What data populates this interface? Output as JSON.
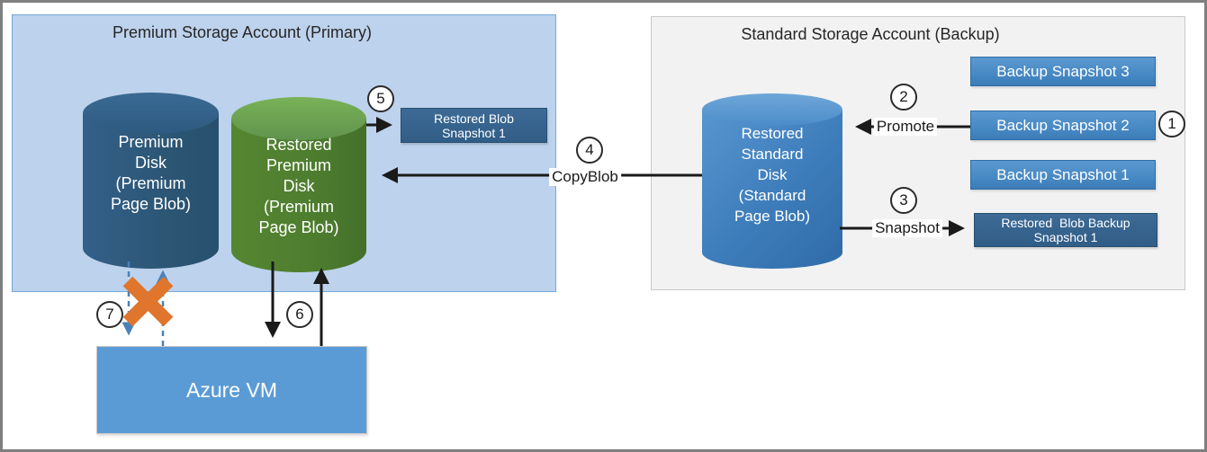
{
  "primary_account": {
    "title": "Premium Storage Account (Primary)",
    "premium_disk_label": "Premium\nDisk\n(Premium\nPage Blob)",
    "restored_premium_disk_label": "Restored\nPremium\nDisk\n(Premium\nPage Blob)",
    "restored_blob_snapshot_label": "Restored Blob\nSnapshot 1"
  },
  "backup_account": {
    "title": "Standard Storage Account (Backup)",
    "restored_standard_disk_label": "Restored\nStandard\nDisk\n(Standard\nPage Blob)",
    "backup_snapshots": [
      "Backup Snapshot 3",
      "Backup Snapshot 2",
      "Backup Snapshot 1"
    ],
    "restored_blob_backup_snapshot_label": "Restored  Blob Backup\nSnapshot 1"
  },
  "azure_vm_label": "Azure VM",
  "flow_labels": {
    "promote": "Promote",
    "snapshot": "Snapshot",
    "copyblob": "CopyBlob"
  },
  "steps": [
    "1",
    "2",
    "3",
    "4",
    "5",
    "6",
    "7"
  ],
  "colors": {
    "primary_fill": "#bdd2ec",
    "primary_border": "#74a9dd",
    "backup_fill": "#f2f2f2",
    "premium_disk_blue": "#2c5674",
    "restored_disk_green": "#4e7d2f",
    "standard_disk_blue": "#3d7cba",
    "snapshot_box_blue": "#4486c2",
    "dark_snapshot_box": "#315d86",
    "azure_vm_blue": "#5b9bd5",
    "arrow_black": "#1a1a1a",
    "dashed_arrow_blue": "#4a82b8",
    "blocked_x_orange": "#e0752d"
  }
}
